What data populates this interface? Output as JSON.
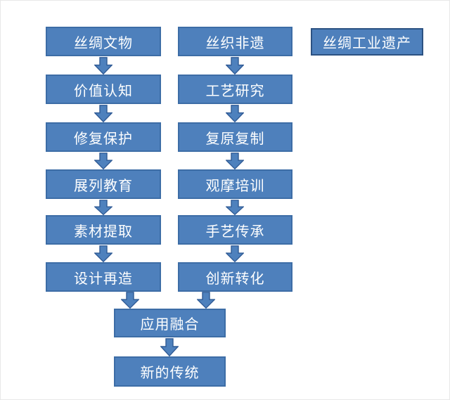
{
  "diagram": {
    "title": "silk-heritage-flowchart",
    "colors": {
      "box_fill": "#4e80bc",
      "box_border": "#3d6da6",
      "standalone_border": "#2c5282",
      "arrow_fill": "#4e81bd",
      "arrow_border": "#2f5a95",
      "text": "#ffffff",
      "background": "#ffffff"
    },
    "columns": [
      {
        "id": "left",
        "nodes": [
          "丝绸文物",
          "价值认知",
          "修复保护",
          "展列教育",
          "素材提取",
          "设计再造"
        ]
      },
      {
        "id": "middle",
        "nodes": [
          "丝织非遗",
          "工艺研究",
          "复原复制",
          "观摩培训",
          "手艺传承",
          "创新转化"
        ]
      }
    ],
    "standalone": "丝绸工业遗产",
    "merge": [
      "应用融合",
      "新的传统"
    ]
  }
}
